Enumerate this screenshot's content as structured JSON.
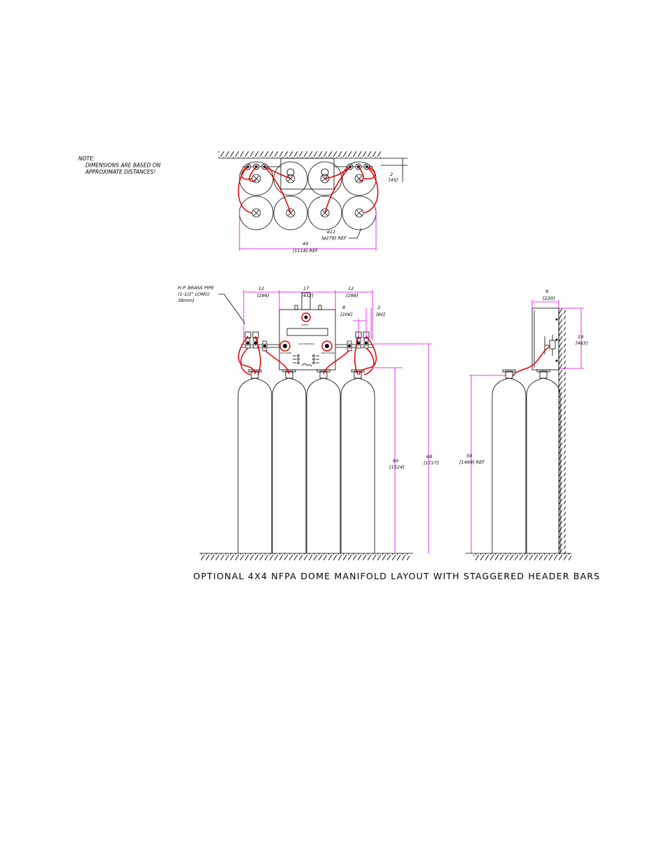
{
  "note": {
    "heading": "NOTE:",
    "line1": "DIMENSIONS ARE BASED ON",
    "line2": "APPROXIMATE DISTANCES!"
  },
  "top_view": {
    "dim_wall_offset": {
      "value": "2",
      "metric": "[45]"
    },
    "dim_cylinder_dia": {
      "value": "ø11",
      "metric": "[ø279] REF"
    },
    "dim_overall_width": {
      "value": "44",
      "metric": "[1118] REF"
    }
  },
  "front_view": {
    "pipe_callout": {
      "line1": "H.P. BRASS PIPE",
      "line2": "(1-1/2\" LONG)",
      "line3": "38mm]"
    },
    "dim_left_header": {
      "value": "12",
      "metric": "[299]"
    },
    "dim_control_box": {
      "value": "17",
      "metric": "[432]"
    },
    "dim_right_header": {
      "value": "12",
      "metric": "[298]"
    },
    "dim_valve_spacing": {
      "value": "8",
      "metric": "[206]"
    },
    "dim_end_offset": {
      "value": "2",
      "metric": "[60]"
    },
    "dim_cylinder_height": {
      "value": "60",
      "metric": "[1524]"
    },
    "dim_header_height": {
      "value": "68",
      "metric": "[1727]"
    },
    "box_label_supply": "SUPPLY",
    "box_label_left": "LEFT BANK",
    "box_label_right": "RIGHT BANK",
    "box_label_center": "GAS MANIFOLD"
  },
  "side_view": {
    "dim_box_depth": {
      "value": "9",
      "metric": "[230]"
    },
    "dim_box_height": {
      "value": "19",
      "metric": "[483]"
    },
    "dim_cylinder_height": {
      "value": "59",
      "metric": "[1499] REF"
    }
  },
  "title": "OPTIONAL 4X4 NFPA DOME MANIFOLD LAYOUT WITH STAGGERED HEADER BARS",
  "colors": {
    "hose": "#e00000",
    "dimension": "#e000e0",
    "line": "#000000"
  }
}
